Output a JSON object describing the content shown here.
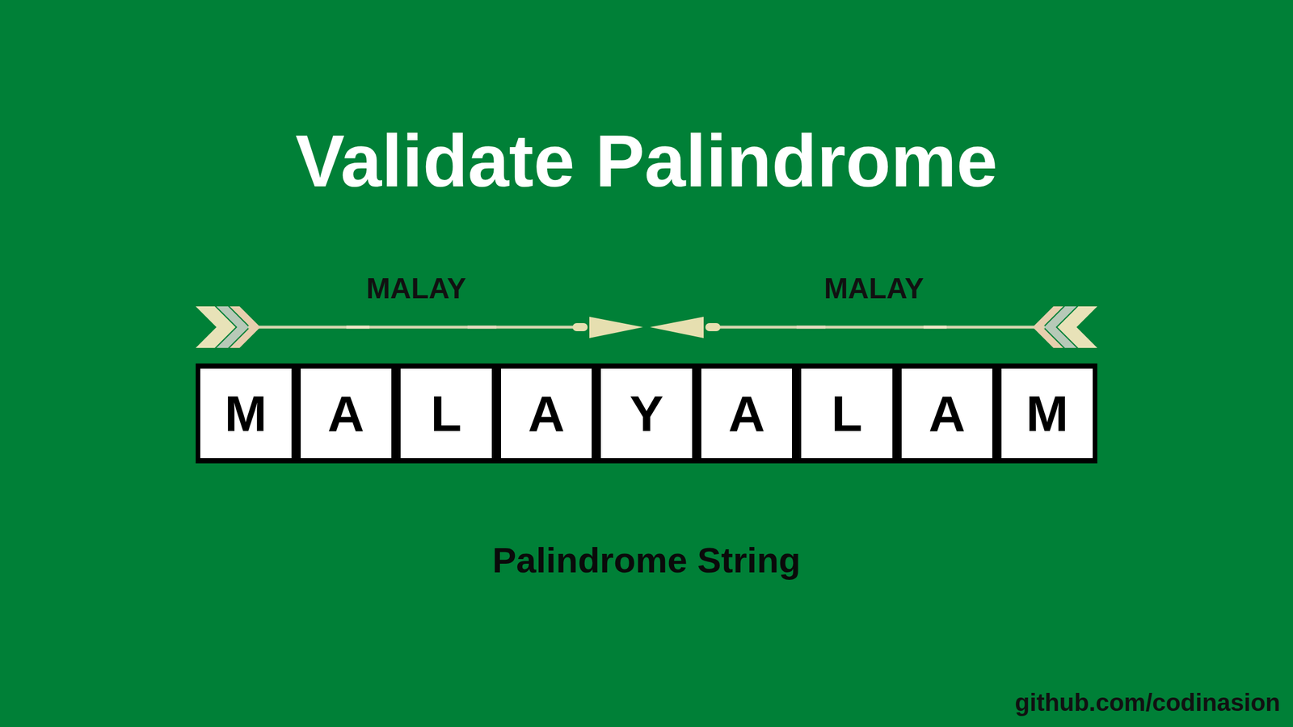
{
  "diagram": {
    "title": "Validate Palindrome",
    "caption": "Palindrome String",
    "nodes": [
      {
        "text": [
          "M"
        ]
      },
      {
        "text": [
          "A"
        ]
      },
      {
        "text": [
          "L"
        ]
      },
      {
        "text": [
          "A"
        ]
      },
      {
        "text": [
          "Y"
        ]
      },
      {
        "text": [
          "A"
        ]
      },
      {
        "text": [
          "L"
        ]
      },
      {
        "text": [
          "A"
        ]
      },
      {
        "text": [
          "M"
        ]
      }
    ],
    "labels": [
      "MALAY",
      "MALAY",
      "github.com/codinasion"
    ]
  }
}
